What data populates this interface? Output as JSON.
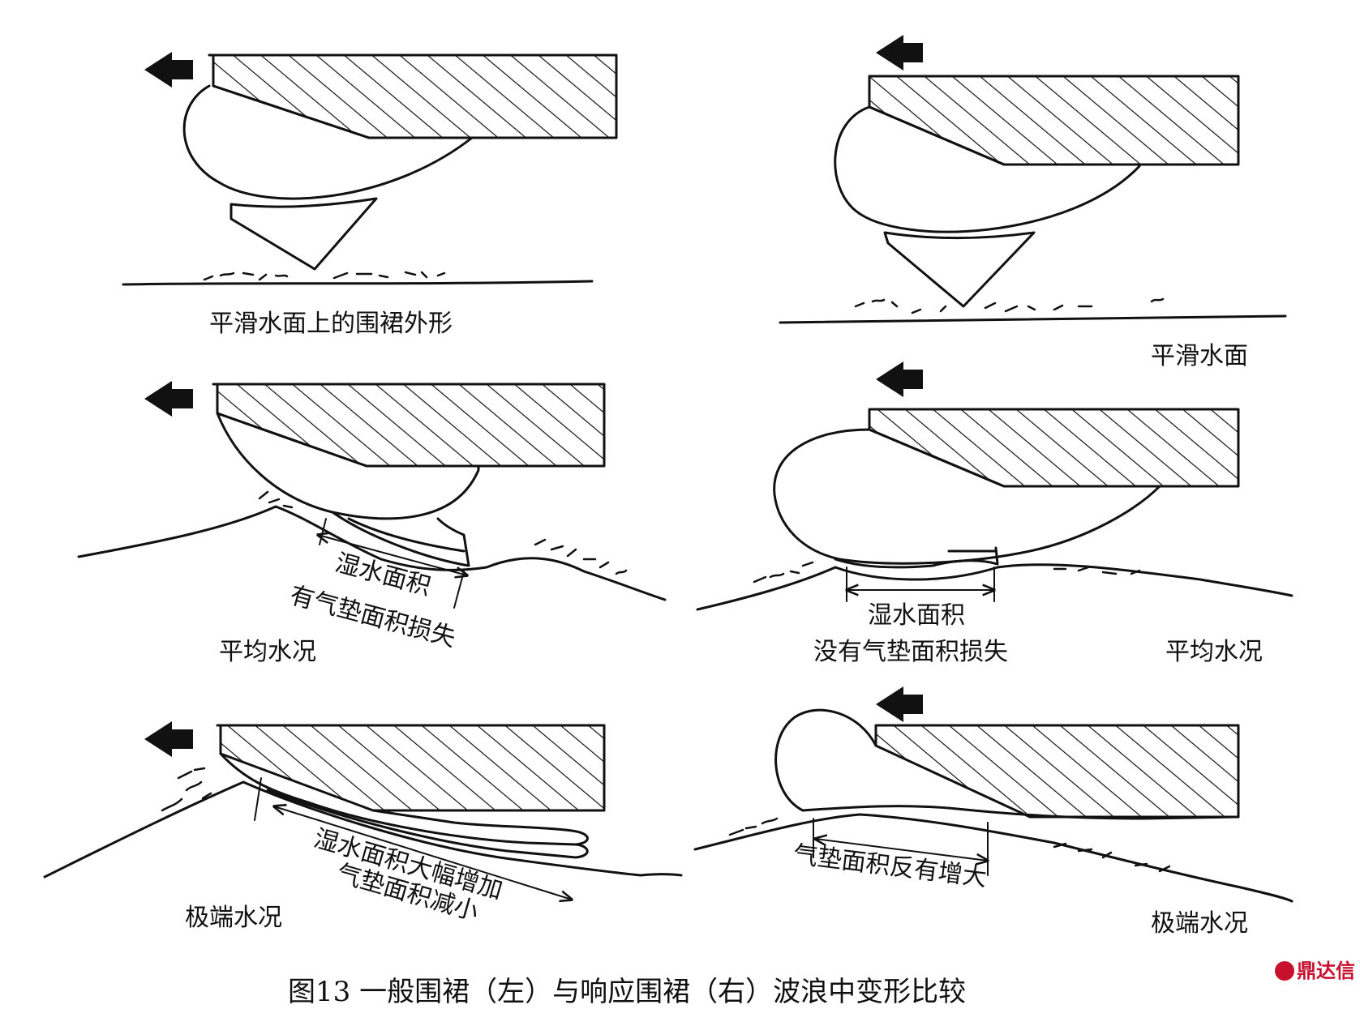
{
  "panels": {
    "smooth_left": {
      "label": "平滑水面上的围裙外形"
    },
    "smooth_right": {
      "label": "平滑水面"
    },
    "avg_left": {
      "label": "平均水况",
      "wet_area": "湿水面积",
      "cushion_loss": "有气垫面积损失"
    },
    "avg_right": {
      "label": "平均水况",
      "wet_area": "湿水面积",
      "cushion_loss": "没有气垫面积损失"
    },
    "ext_left": {
      "label": "极端水况",
      "wet_area": "湿水面积大幅增加",
      "cushion_reduce": "气垫面积减小"
    },
    "ext_right": {
      "label": "极端水况",
      "cushion_increase": "气垫面积反有增大"
    }
  },
  "caption": "图13    一般围裙（左）与响应围裙（右）波浪中变形比较",
  "logo": "鼎达信"
}
